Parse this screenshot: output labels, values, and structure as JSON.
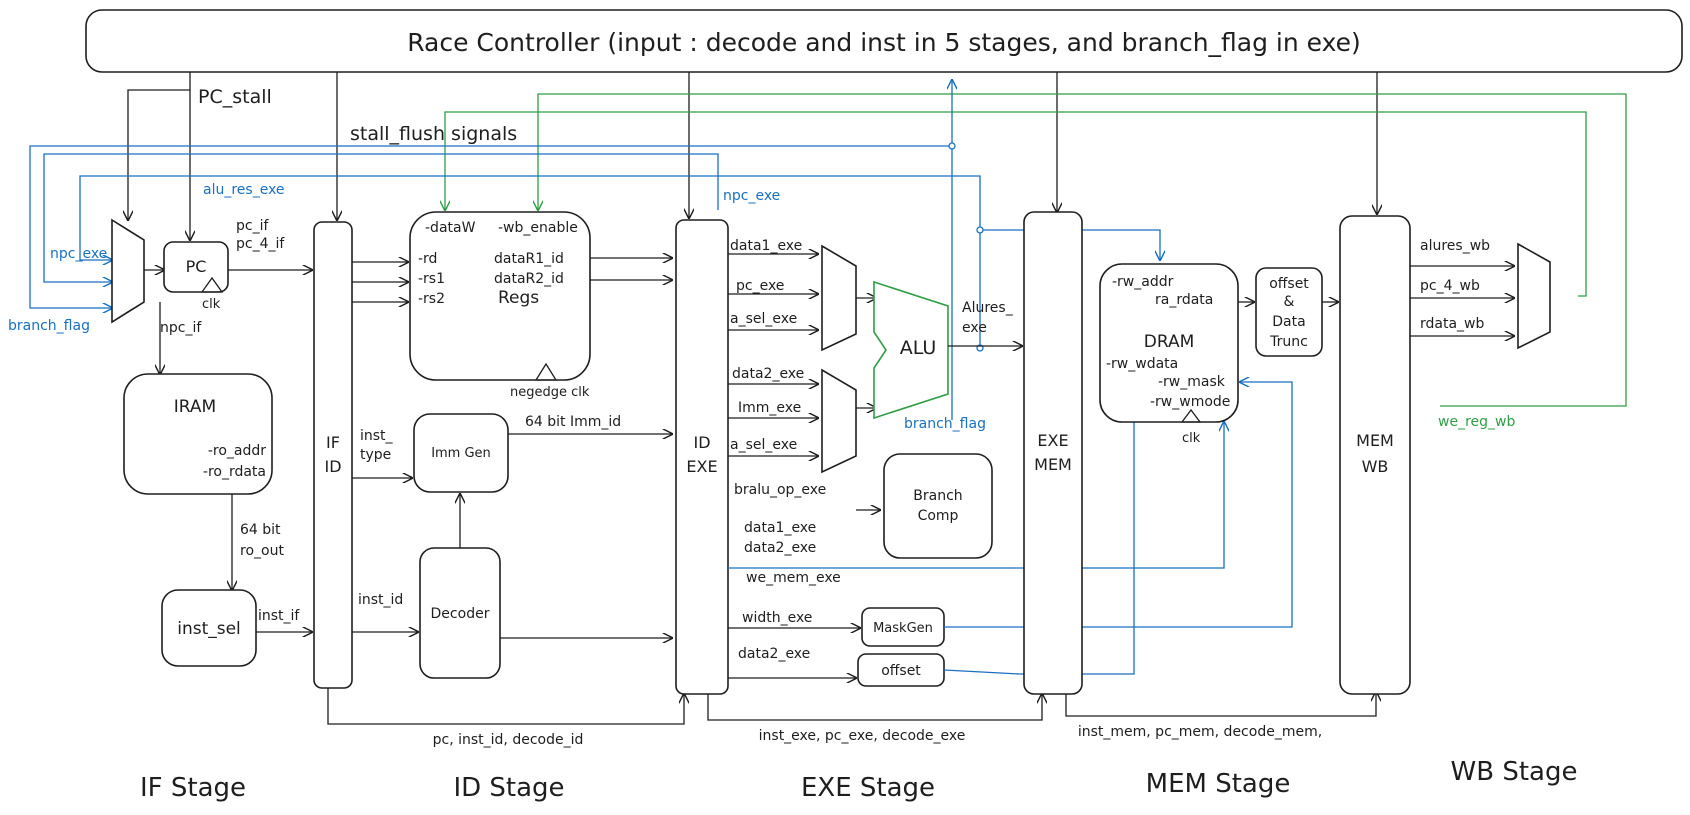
{
  "controller": {
    "title": "Race Controller (input : decode and inst in 5 stages, and branch_flag in exe)",
    "pc_stall": "PC_stall",
    "stall_flush": "stall_flush signals"
  },
  "colors": {
    "ink": "#1e1e1e",
    "blue": "#1971c2",
    "green": "#2f9e44"
  },
  "stages": [
    "IF Stage",
    "ID Stage",
    "EXE Stage",
    "MEM Stage",
    "WB Stage"
  ],
  "if_stage": {
    "pc": "PC",
    "pc_clk": "clk",
    "iram": {
      "title": "IRAM",
      "port1": "-ro_addr",
      "port2": "-ro_rdata"
    },
    "ro_out_1": "64 bit",
    "ro_out_2": "ro_out",
    "inst_sel": "inst_sel",
    "npc_if": "npc_if",
    "pc_if": "pc_if",
    "pc_4_if": "pc_4_if",
    "inst_if": "inst_if",
    "alu_res_exe": "alu_res_exe",
    "npc_exe": "npc_exe",
    "branch_flag": "branch_flag"
  },
  "if_id": {
    "line1": "IF",
    "line2": "ID"
  },
  "id_stage": {
    "regs": {
      "title": "Regs",
      "dataw": "-dataW",
      "wb_enable": "-wb_enable",
      "rd": "-rd",
      "rs1": "-rs1",
      "rs2": "-rs2",
      "r1": "dataR1_id",
      "r2": "dataR2_id",
      "clk": "negedge clk"
    },
    "immgen": "Imm Gen",
    "decoder": "Decoder",
    "inst_type_1": "inst_",
    "inst_type_2": "type",
    "imm_id": "64 bit Imm_id",
    "inst_id": "inst_id",
    "bottom": "pc, inst_id, decode_id"
  },
  "id_exe": {
    "line1": "ID",
    "line2": "EXE"
  },
  "exe_stage": {
    "npc_exe": "npc_exe",
    "data1_exe": "data1_exe",
    "pc_exe": "pc_exe",
    "a_sel_exe": "a_sel_exe",
    "data2_exe": "data2_exe",
    "imm_exe": "Imm_exe",
    "a_sel_exe2": "a_sel_exe",
    "alu": "ALU",
    "alures_1": "Alures_",
    "alures_2": "exe",
    "branch_flag": "branch_flag",
    "bralu_op": "bralu_op_exe",
    "branch_comp_1": "Branch",
    "branch_comp_2": "Comp",
    "data1_exe2": "data1_exe",
    "data2_exe2": "data2_exe",
    "we_mem": "we_mem_exe",
    "width_exe": "width_exe",
    "maskgen": "MaskGen",
    "data2_exe3": "data2_exe",
    "offset": "offset",
    "bottom": "inst_exe, pc_exe, decode_exe"
  },
  "exe_mem": {
    "line1": "EXE",
    "line2": "MEM"
  },
  "mem_stage": {
    "dram": {
      "title": "DRAM",
      "rw_addr": "-rw_addr",
      "ra_rdata": "ra_rdata",
      "rw_wdata": "-rw_wdata",
      "rw_mask": "-rw_mask",
      "rw_wmode": "-rw_wmode",
      "clk": "clk"
    },
    "trunc_1": "offset",
    "trunc_2": "&",
    "trunc_3": "Data",
    "trunc_4": "Trunc",
    "bottom": "inst_mem, pc_mem, decode_mem,"
  },
  "mem_wb": {
    "line1": "MEM",
    "line2": "WB"
  },
  "wb_stage": {
    "alures_wb": "alures_wb",
    "pc_4_wb": "pc_4_wb",
    "rdata_wb": "rdata_wb",
    "we_reg_wb": "we_reg_wb"
  }
}
